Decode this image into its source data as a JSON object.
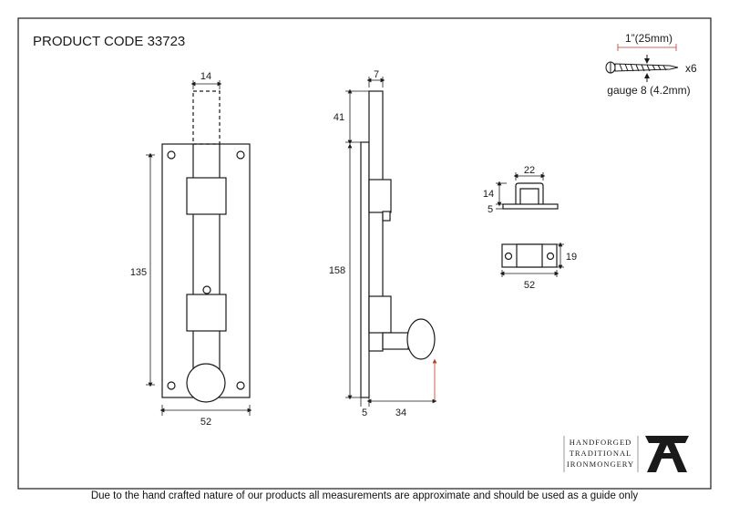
{
  "title": "PRODUCT CODE 33723",
  "disclaimer": "Due to the hand crafted nature of our products all measurements are approximate and should be used as a guide only",
  "dimensions": {
    "front_bolt_width": "14",
    "front_height": "135",
    "front_width": "52",
    "side_bolt_thickness": "7",
    "side_throw": "41",
    "side_height": "158",
    "side_plate_thickness": "5",
    "side_knob_projection": "34",
    "keep_width": "22",
    "keep_height": "14",
    "keep_base": "5",
    "keep_plate_height": "19",
    "keep_plate_width": "52"
  },
  "screw": {
    "length": "1”(25mm)",
    "quantity": "x6",
    "gauge": "gauge 8 (4.2mm)"
  },
  "logo": {
    "line1": "HANDFORGED",
    "line2": "TRADITIONAL",
    "line3": "IRONMONGERY",
    "mark": "anvil-A"
  },
  "colors": {
    "line": "#1a1a1a",
    "accent": "#c0392b",
    "logo_text": "#555555"
  }
}
